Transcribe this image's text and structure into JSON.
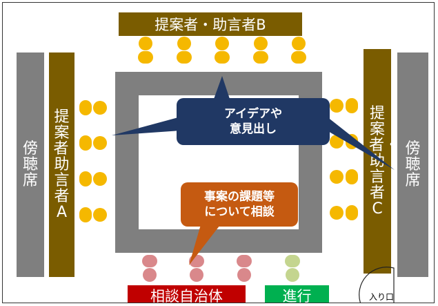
{
  "labels": {
    "top_group": "提案者・助言者B",
    "left_group": "提案者・助言者A",
    "right_group": "提案者・助言者C",
    "left_gallery": "傍聴席",
    "right_gallery": "傍聴席",
    "bubble_ideas": "アイデアや意見出し",
    "bubble_ideas_line1": "アイデアや",
    "bubble_ideas_line2": "意見出し",
    "bubble_consult_line1": "事案の課題等",
    "bubble_consult_line2": "について相談",
    "consulting_municipality": "相談自治体",
    "facilitator": "進行",
    "entrance": "入り口"
  },
  "colors": {
    "brown": "#7a5c00",
    "gray": "#7f7f7f",
    "person_yellow": "#f5b800",
    "person_pink": "#d9888b",
    "person_green": "#c4d58f",
    "bubble_navy": "#203864",
    "bubble_orange": "#c55a11",
    "municipality_red": "#c00000",
    "facilitator_green": "#00b050"
  }
}
